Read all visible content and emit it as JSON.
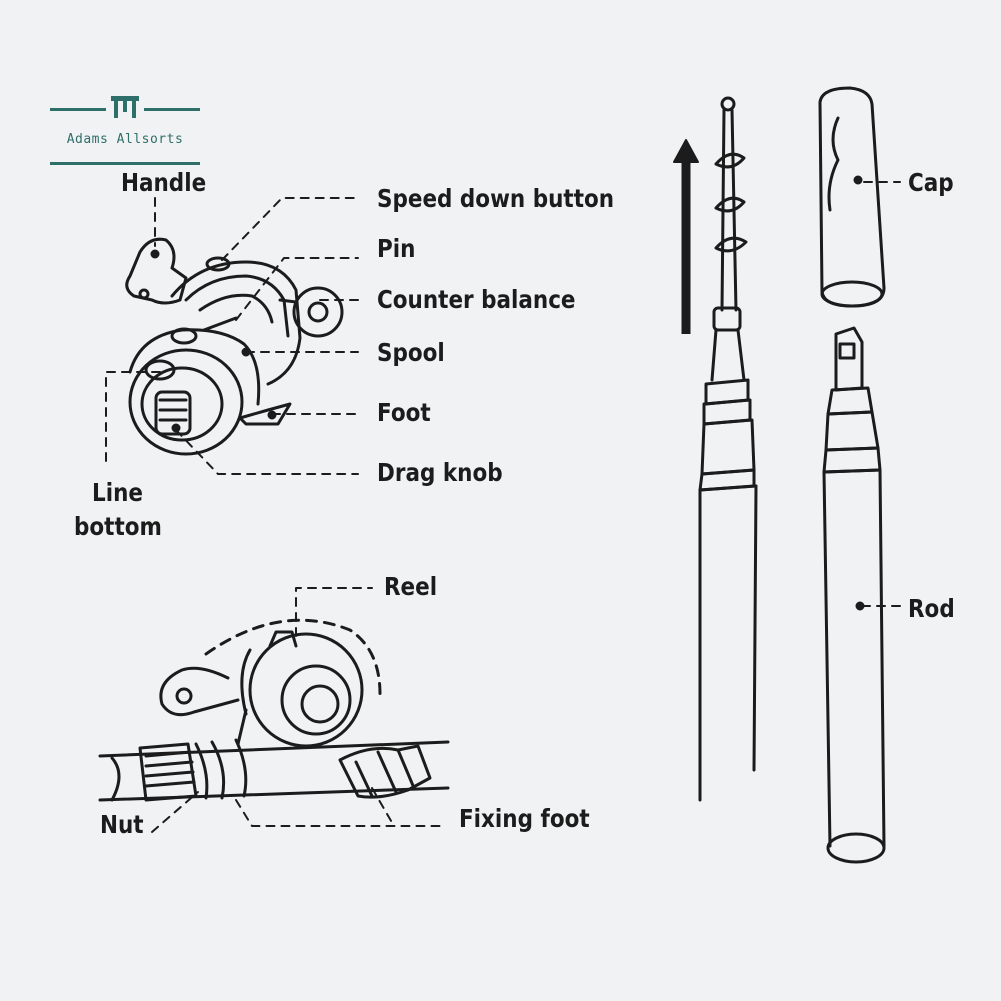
{
  "brand": {
    "name": "Adams Allsorts",
    "color": "#2f6f6a"
  },
  "labels": {
    "handle": "Handle",
    "speed_down_button": "Speed down button",
    "pin": "Pin",
    "counter_balance": "Counter balance",
    "spool": "Spool",
    "foot": "Foot",
    "drag_knob": "Drag knob",
    "line_bottom_1": "Line",
    "line_bottom_2": "bottom",
    "reel": "Reel",
    "nut": "Nut",
    "fixing_foot": "Fixing foot",
    "cap": "Cap",
    "rod": "Rod"
  },
  "icons": {
    "arrow": "arrow-up-icon",
    "logo": "table-icon"
  },
  "colors": {
    "background": "#f1f2f4",
    "ink": "#1c1c1c"
  }
}
